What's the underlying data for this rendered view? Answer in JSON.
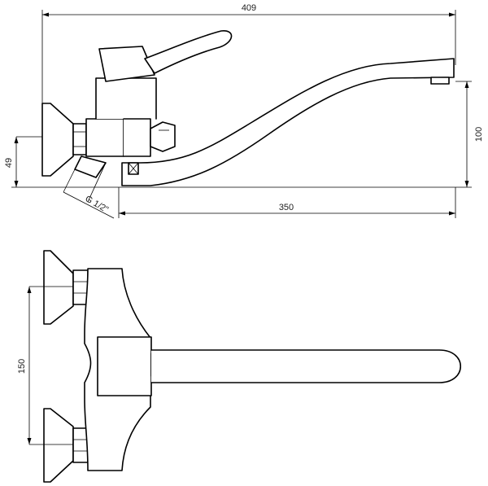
{
  "dimensions": {
    "overall_width": "409",
    "spout_reach": "350",
    "spout_height": "100",
    "inlet_height": "49",
    "thread": "G 1/2\"",
    "inlet_spacing": "150"
  },
  "colors": {
    "line": "#000000",
    "background": "#ffffff",
    "text": "#222222"
  }
}
